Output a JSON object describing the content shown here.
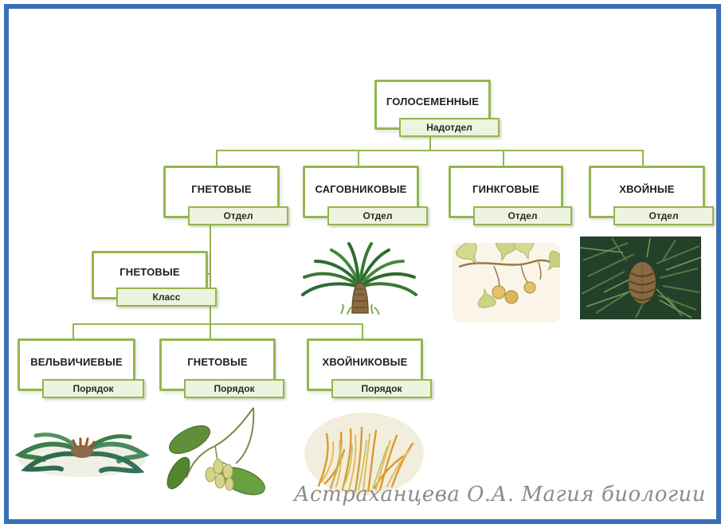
{
  "colors": {
    "accent_green": "#94b64e",
    "plate_fill": "#edf3de",
    "frame_blue": "#3a70b6",
    "credit_gray": "#8c8c8c"
  },
  "credit": "Астраханцева О.А. Магия биологии",
  "tree": {
    "root": {
      "title": "ГОЛОСЕМЕННЫЕ",
      "rank": "Надотдел"
    },
    "divisions": [
      {
        "title": "ГНЕТОВЫЕ",
        "rank": "Отдел"
      },
      {
        "title": "САГОВНИКОВЫЕ",
        "rank": "Отдел",
        "image": "cycad-palm-illustration"
      },
      {
        "title": "ГИНКГОВЫЕ",
        "rank": "Отдел",
        "image": "ginkgo-branch-illustration"
      },
      {
        "title": "ХВОЙНЫЕ",
        "rank": "Отдел",
        "image": "pine-needles-cone-photo"
      }
    ],
    "gnetophyte_class": {
      "title": "ГНЕТОВЫЕ",
      "rank": "Класс"
    },
    "orders": [
      {
        "title": "ВЕЛЬВИЧИЕВЫЕ",
        "rank": "Порядок",
        "image": "welwitschia-illustration"
      },
      {
        "title": "ГНЕТОВЫЕ",
        "rank": "Порядок",
        "image": "gnetum-branch-illustration"
      },
      {
        "title": "ХВОЙНИКОВЫЕ",
        "rank": "Порядок",
        "image": "ephedra-shrub-photo"
      }
    ]
  }
}
